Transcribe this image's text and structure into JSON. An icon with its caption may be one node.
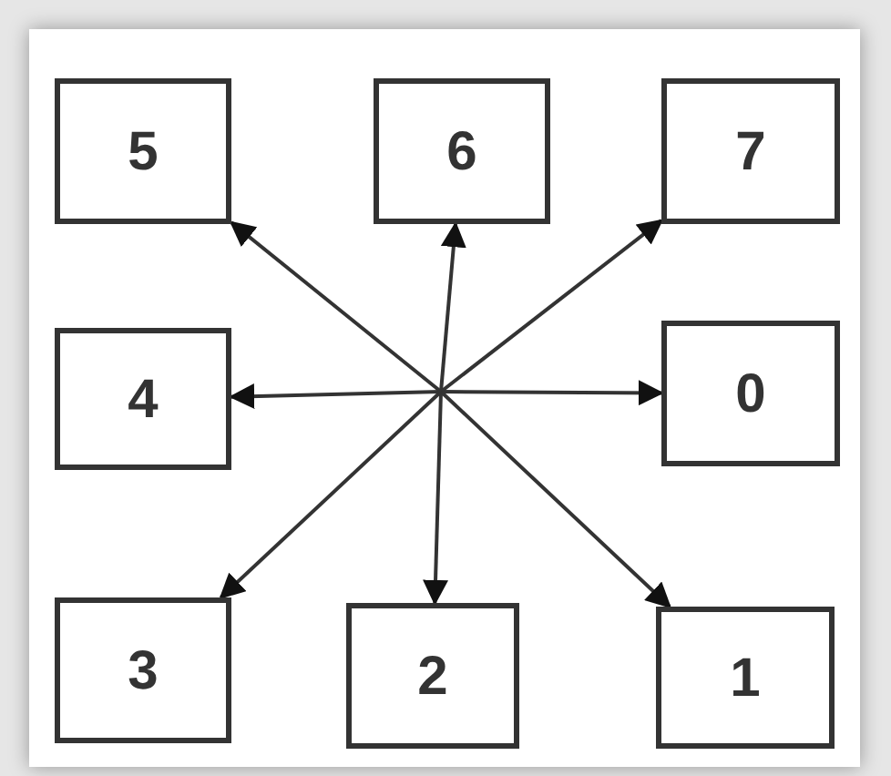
{
  "diagram": {
    "nodes": [
      {
        "text": [
          "5"
        ]
      },
      {
        "text": [
          "6"
        ]
      },
      {
        "text": [
          "7"
        ]
      },
      {
        "text": [
          "4"
        ]
      },
      {
        "text": [
          "0"
        ]
      },
      {
        "text": [
          "3"
        ]
      },
      {
        "text": [
          "2"
        ]
      },
      {
        "text": [
          "1"
        ]
      }
    ],
    "edges": [
      {
        "from": null,
        "to": 1,
        "arrow": "to"
      },
      {
        "from": null,
        "to": 2,
        "arrow": "to"
      },
      {
        "from": null,
        "to": 4,
        "arrow": "to"
      },
      {
        "from": null,
        "to": 7,
        "arrow": "to"
      },
      {
        "from": null,
        "to": 6,
        "arrow": "to"
      },
      {
        "from": null,
        "to": 5,
        "arrow": "to"
      },
      {
        "from": null,
        "to": 3,
        "arrow": "to"
      },
      {
        "from": null,
        "to": 0,
        "arrow": "to"
      }
    ]
  }
}
